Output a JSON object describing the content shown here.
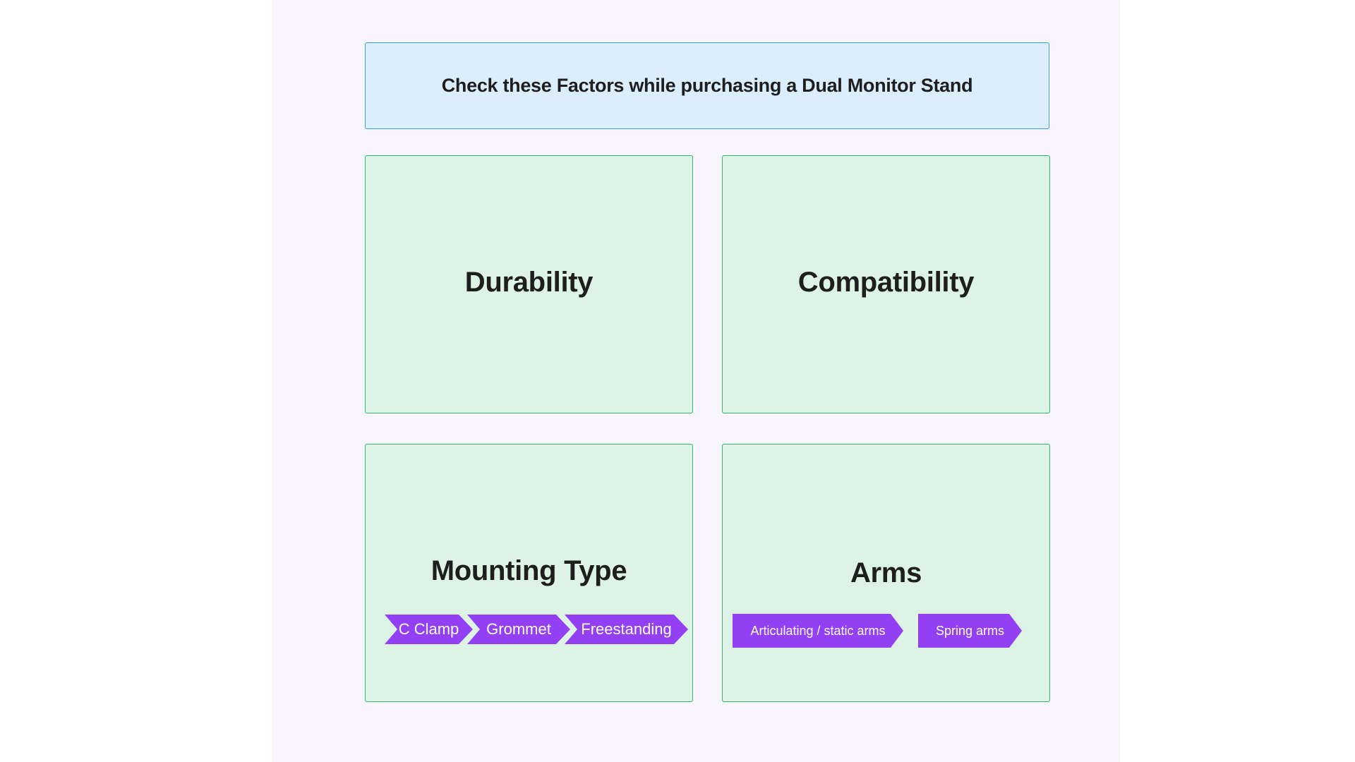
{
  "header": {
    "title": "Check these Factors while purchasing a Dual Monitor Stand"
  },
  "cards": [
    {
      "title": "Durability",
      "tags": []
    },
    {
      "title": "Compatibility",
      "tags": []
    },
    {
      "title": "Mounting Type",
      "tags": [
        "C Clamp",
        "Grommet",
        "Freestanding"
      ]
    },
    {
      "title": "Arms",
      "tags": [
        "Articulating / static arms",
        "Spring arms"
      ]
    }
  ],
  "colors": {
    "title_fill": "#dbeefd",
    "title_border": "#3a9fdc",
    "card_fill": "#ddf3e6",
    "card_border": "#31b76a",
    "tag_fill": "#9340f4",
    "canvas": "#f8f5fc"
  }
}
